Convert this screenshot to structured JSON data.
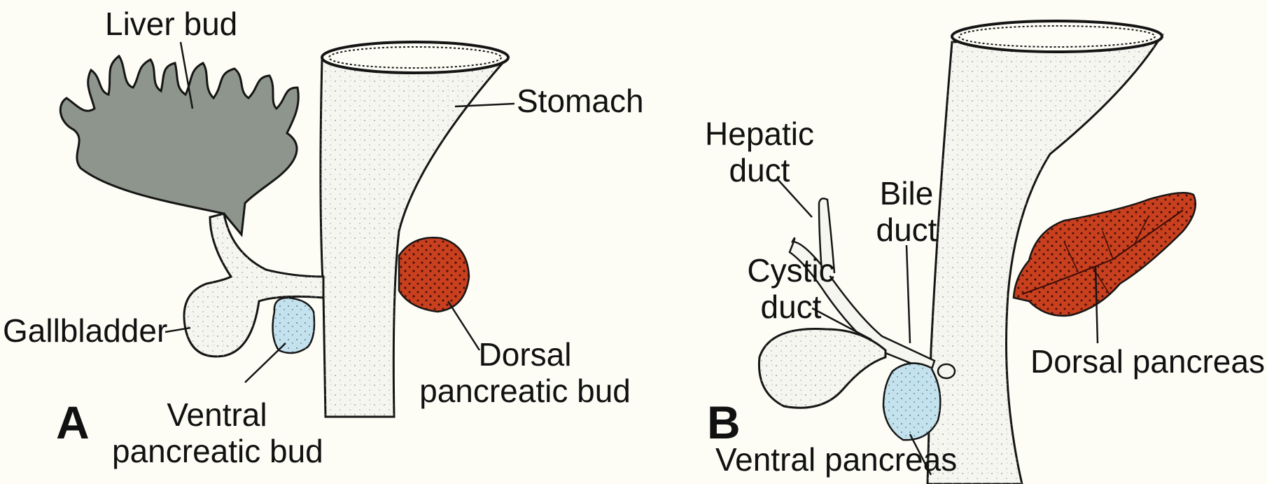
{
  "colors": {
    "background": "#fdfdf6",
    "liver": "#8e958c",
    "gut": "#f6f6f0",
    "dorsal_pancreas": "#c9401f",
    "ventral_pancreas": "#c4e2ee",
    "outline": "#151515"
  },
  "panel_a": {
    "letter": "A",
    "labels": {
      "liver_bud": "Liver bud",
      "stomach": "Stomach",
      "gallbladder": "Gallbladder",
      "ventral_bud": [
        "Ventral",
        "pancreatic bud"
      ],
      "dorsal_bud": [
        "Dorsal",
        "pancreatic bud"
      ]
    }
  },
  "panel_b": {
    "letter": "B",
    "labels": {
      "hepatic_duct": [
        "Hepatic",
        "duct"
      ],
      "bile_duct": [
        "Bile",
        "duct"
      ],
      "cystic_duct": [
        "Cystic",
        "duct"
      ],
      "dorsal_pancreas": "Dorsal pancreas",
      "ventral_pancreas": "Ventral pancreas"
    }
  }
}
